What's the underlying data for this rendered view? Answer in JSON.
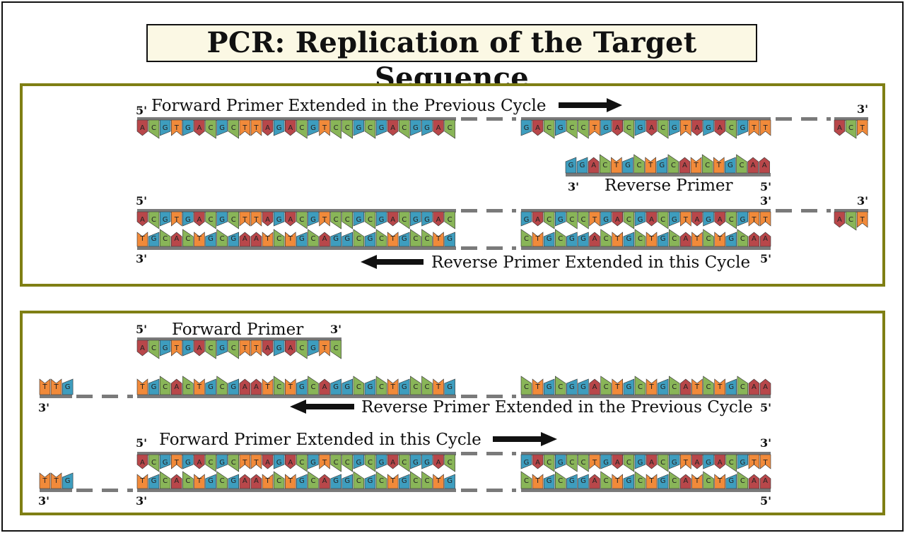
{
  "title": "PCR: Replication of the Target Sequence",
  "colors": {
    "A": "#b8474a",
    "C": "#89b558",
    "G": "#3e9dbe",
    "T": "#f18a3a",
    "backbone": "#7a7a7a",
    "panel_border": "#7f7f14",
    "title_bg": "#fbf8e4"
  },
  "icons": {
    "arrow_right": "arrow-right-icon",
    "arrow_left": "arrow-left-icon"
  },
  "top_panel": {
    "forward_extended_label": "Forward Primer Extended in the Previous Cycle",
    "reverse_primer_label": "Reverse Primer",
    "reverse_extended_label": "Reverse Primer Extended in this Cycle",
    "ends": {
      "strand1_left": "5'",
      "strand1_right": "3'",
      "primer_left": "3'",
      "primer_right": "5'",
      "duplex_top_left": "5'",
      "duplex_top_mid": "3'",
      "duplex_top_right": "3'",
      "duplex_bottom_left": "3'",
      "duplex_bottom_mid": "5'"
    }
  },
  "bottom_panel": {
    "forward_primer_label": "Forward Primer",
    "reverse_extended_label": "Reverse Primer Extended in the Previous Cycle",
    "forward_extended_label": "Forward Primer Extended in this Cycle",
    "ends": {
      "primer_left": "5'",
      "primer_right": "3'",
      "strand_left_far": "3'",
      "strand_right": "5'",
      "duplex_top_left": "5'",
      "duplex_top_right": "3'",
      "duplex_bottom_far": "3'",
      "duplex_bottom_left": "3'",
      "duplex_bottom_right": "5'"
    }
  },
  "sequences": {
    "target_left": "ACGTGACGCTTAGACGTCCGCGACGGAC",
    "target_right": "GACGCCTGACGACGTAGACGTT",
    "end_segment": "ACT",
    "reverse_primer": "GGACTGCTGCATCTGCAA",
    "forward_primer": "ACGTGACGCTTAGACGTC",
    "complement_left": "TGCACTGCGAATCTGCAGGCGCTGCCTG",
    "complement_right": "CTGCGGACTGCTGCATCTGCAA",
    "complement_end": "TTG"
  }
}
